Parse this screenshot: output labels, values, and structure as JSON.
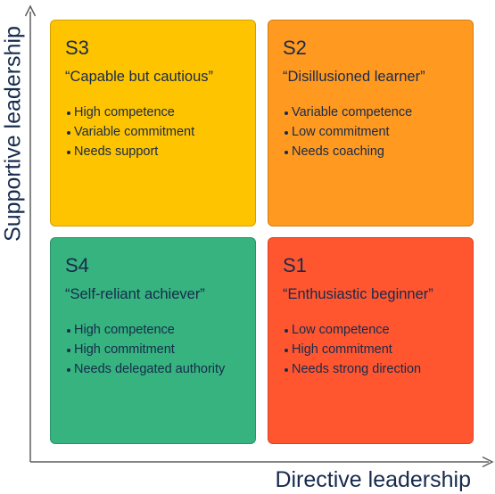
{
  "axes": {
    "y_label": "Supportive leadership",
    "x_label": "Directive leadership"
  },
  "quadrants": {
    "s3": {
      "code": "S3",
      "title": "“Capable but cautious”",
      "color": "#ffc400",
      "bullets": [
        "High competence",
        "Variable commitment",
        "Needs support"
      ]
    },
    "s2": {
      "code": "S2",
      "title": "“Disillusioned learner”",
      "color": "#ff991f",
      "bullets": [
        "Variable competence",
        "Low commitment",
        "Needs coaching"
      ]
    },
    "s4": {
      "code": "S4",
      "title": "“Self-reliant achiever”",
      "color": "#36b37e",
      "bullets": [
        "High competence",
        "High commitment",
        "Needs delegated authority"
      ]
    },
    "s1": {
      "code": "S1",
      "title": "“Enthusiastic beginner”",
      "color": "#ff5630",
      "bullets": [
        "Low competence",
        "High commitment",
        "Needs strong direction"
      ]
    }
  },
  "colors": {
    "text": "#172b4d",
    "axis": "#5e5e5e"
  }
}
